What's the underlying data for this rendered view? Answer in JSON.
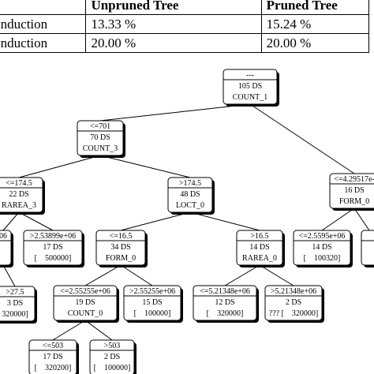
{
  "table": {
    "headers": [
      "",
      "Unpruned Tree",
      "Pruned Tree"
    ],
    "rows": [
      {
        "label": "Induction",
        "unpruned": "13.33 %",
        "pruned": "15.24 %"
      },
      {
        "label": "Induction",
        "unpruned": "20.00 %",
        "pruned": "20.00 %"
      }
    ]
  },
  "tree": {
    "nodes": [
      {
        "id": "root",
        "lines": [
          "---",
          "105 DS",
          "COUNT_1"
        ]
      },
      {
        "id": "n1",
        "lines": [
          "<=701",
          "70 DS",
          "COUNT_3"
        ]
      },
      {
        "id": "n2",
        "lines": [
          "<=4.29517e-",
          "16 DS",
          "FORM_0"
        ]
      },
      {
        "id": "n3",
        "lines": [
          "<=174.5",
          "22 DS",
          "RAREA_3"
        ]
      },
      {
        "id": "n4",
        "lines": [
          ">174.5",
          "48 DS",
          "LOCT_0"
        ]
      },
      {
        "id": "n5",
        "lines": [
          "06",
          "",
          ""
        ]
      },
      {
        "id": "n6",
        "lines": [
          ">2.53899e+06",
          "17 DS",
          "[    500000]"
        ]
      },
      {
        "id": "n7",
        "lines": [
          "<=16.5",
          "34 DS",
          "FORM_0"
        ]
      },
      {
        "id": "n8",
        "lines": [
          ">16.5",
          "14 DS",
          "RAREA_0"
        ]
      },
      {
        "id": "n9",
        "lines": [
          "<=2.5595e+06",
          "14 DS",
          "[    100320]"
        ]
      },
      {
        "id": "n10",
        "lines": [
          "",
          "",
          ""
        ]
      },
      {
        "id": "n11",
        "lines": [
          ">27.5",
          "3 DS",
          "320000]"
        ]
      },
      {
        "id": "n12",
        "lines": [
          "<=2.55255e+06",
          "19 DS",
          "COUNT_0"
        ]
      },
      {
        "id": "n13",
        "lines": [
          ">2.55255e+06",
          "15 DS",
          "[    100000]"
        ]
      },
      {
        "id": "n14",
        "lines": [
          "<=5.21348e+06",
          "12 DS",
          "[    320000]"
        ]
      },
      {
        "id": "n15",
        "lines": [
          ">5.21348e+06",
          "2 DS",
          "??? [    320000]"
        ]
      },
      {
        "id": "n16",
        "lines": [
          "<=503",
          "17 DS",
          "[    320200]"
        ]
      },
      {
        "id": "n17",
        "lines": [
          ">503",
          "2 DS",
          "[    100000]"
        ]
      }
    ],
    "edges": [
      [
        "root",
        "n1"
      ],
      [
        "root",
        "n2"
      ],
      [
        "n1",
        "n3"
      ],
      [
        "n1",
        "n4"
      ],
      [
        "n3",
        "n5"
      ],
      [
        "n3",
        "n6"
      ],
      [
        "n4",
        "n7"
      ],
      [
        "n4",
        "n8"
      ],
      [
        "n2",
        "n9"
      ],
      [
        "n2",
        "n10"
      ],
      [
        "n7",
        "n12"
      ],
      [
        "n7",
        "n13"
      ],
      [
        "n8",
        "n14"
      ],
      [
        "n8",
        "n15"
      ],
      [
        "n12",
        "n16"
      ],
      [
        "n12",
        "n17"
      ],
      [
        "n5",
        "n11"
      ]
    ]
  }
}
